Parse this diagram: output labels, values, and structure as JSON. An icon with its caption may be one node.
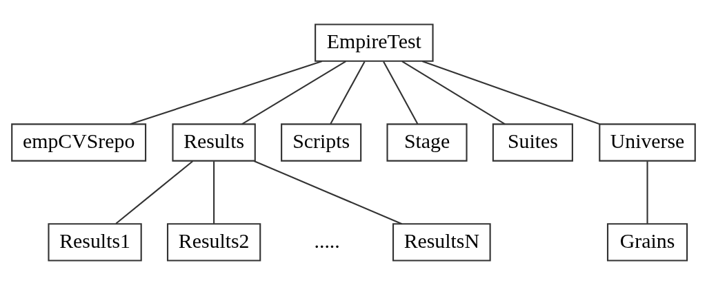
{
  "diagram": {
    "nodes": [
      {
        "text": [
          "EmpireTest"
        ]
      },
      {
        "text": [
          "empCVSrepo"
        ]
      },
      {
        "text": [
          "Results"
        ]
      },
      {
        "text": [
          "Scripts"
        ]
      },
      {
        "text": [
          "Stage"
        ]
      },
      {
        "text": [
          "Suites"
        ]
      },
      {
        "text": [
          "Universe"
        ]
      },
      {
        "text": [
          "Results1"
        ]
      },
      {
        "text": [
          "Results2"
        ]
      },
      {
        "text": [
          "ResultsN"
        ]
      },
      {
        "text": [
          "Grains"
        ]
      }
    ],
    "edges": [
      {
        "from": 0,
        "to": 1,
        "arrow": "none"
      },
      {
        "from": 0,
        "to": 2,
        "arrow": "none"
      },
      {
        "from": 0,
        "to": 3,
        "arrow": "none"
      },
      {
        "from": 0,
        "to": 4,
        "arrow": "none"
      },
      {
        "from": 0,
        "to": 5,
        "arrow": "none"
      },
      {
        "from": 0,
        "to": 6,
        "arrow": "none"
      },
      {
        "from": 2,
        "to": 7,
        "arrow": "none"
      },
      {
        "from": 2,
        "to": 8,
        "arrow": "none"
      },
      {
        "from": 2,
        "to": 9,
        "arrow": "none"
      },
      {
        "from": 6,
        "to": 10,
        "arrow": "none"
      }
    ],
    "labels": [
      "....."
    ]
  }
}
